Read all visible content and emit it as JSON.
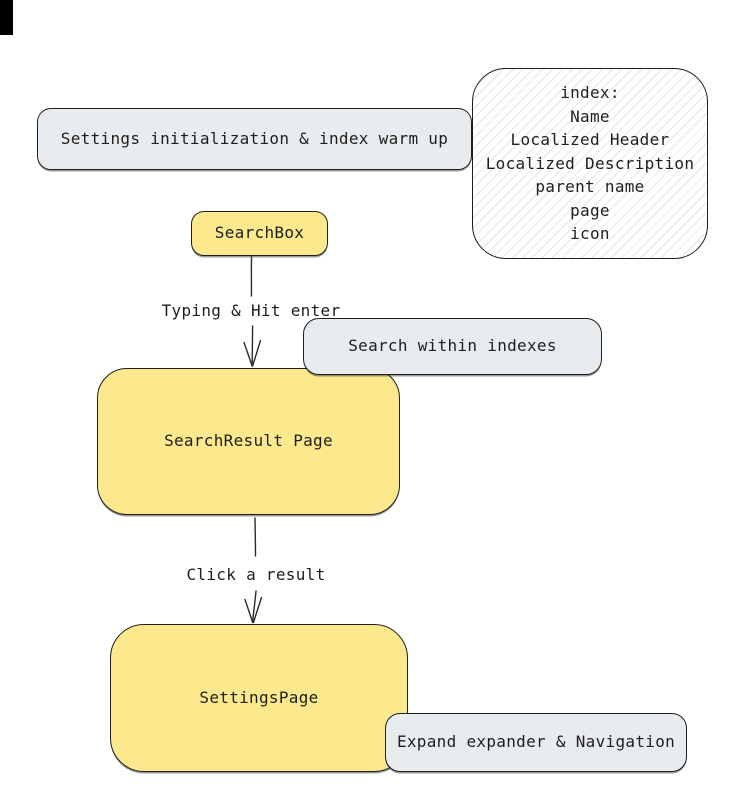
{
  "diagram": {
    "title_hint": "settings search flow",
    "palette": {
      "yellow_fill": "#fce88d",
      "gray_fill": "#e9ecef",
      "ink": "#1e1e1e",
      "hatch_note_fill": "#ffffff",
      "corner_mark": "#000000"
    },
    "nodes": {
      "settings_init": {
        "label": "Settings initialization & index warm up",
        "fill": "#e9ecef"
      },
      "index_note": {
        "lines": [
          "index:",
          "Name",
          "Localized Header",
          "Localized Description",
          "parent name",
          "page",
          "icon"
        ],
        "fill": "hatched-white"
      },
      "searchbox": {
        "label": "SearchBox",
        "fill": "#fce88d"
      },
      "search_within": {
        "label": "Search within indexes",
        "fill": "#e9ecef"
      },
      "searchresult": {
        "label": "SearchResult Page",
        "fill": "#fce88d"
      },
      "settingspage": {
        "label": "SettingsPage",
        "fill": "#fce88d"
      },
      "expand_nav": {
        "label": "Expand expander & Navigation",
        "fill": "#e9ecef"
      }
    },
    "edges": {
      "typing": {
        "label": "Typing & Hit enter",
        "from": "searchbox",
        "to": "searchresult"
      },
      "click": {
        "label": "Click a result",
        "from": "searchresult",
        "to": "settingspage"
      }
    }
  }
}
